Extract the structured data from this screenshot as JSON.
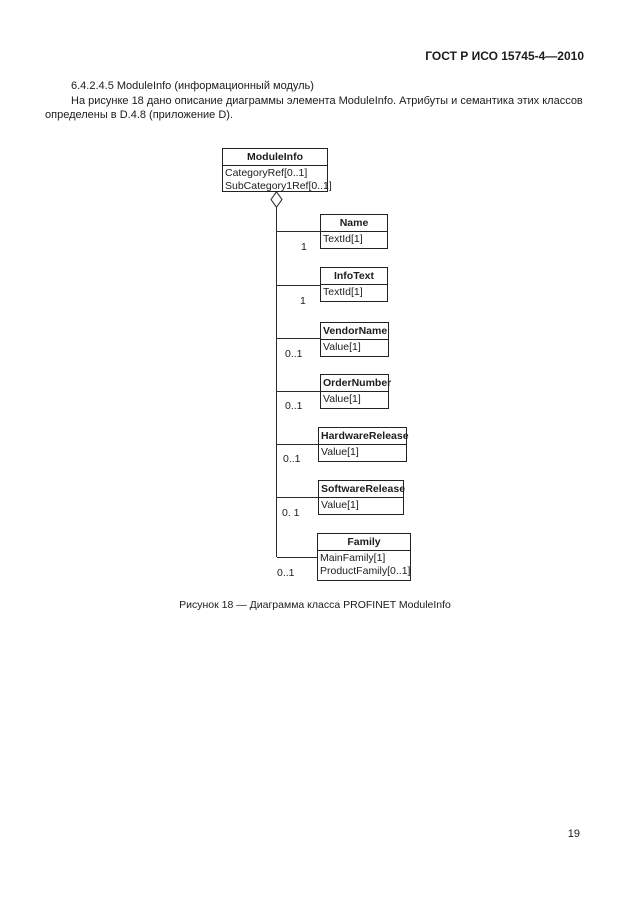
{
  "page": {
    "header": "ГОСТ Р ИСО 15745-4—2010",
    "page_number": "19"
  },
  "content": {
    "paragraph_1": "6.4.2.4.5 ModuleInfo (информационный модуль)",
    "paragraph_2": "На рисунке 18 дано описание диаграммы элемента ModuleInfo. Атрибуты и семантика этих классов определены в D.4.8 (приложение D).",
    "figure_caption": "Рисунок 18 — Диаграмма класса PROFINET ModuleInfo"
  },
  "diagram": {
    "type": "uml-class-diagram",
    "relation": "aggregation",
    "aggregation_marker": "hollow-diamond",
    "root": {
      "title": "ModuleInfo",
      "attributes": [
        "CategoryRef[0..1]",
        "SubCategory1Ref[0..1]"
      ]
    },
    "children": [
      {
        "title": "Name",
        "attributes": [
          "TextId[1]"
        ],
        "multiplicity": "1"
      },
      {
        "title": "InfoText",
        "attributes": [
          "TextId[1]"
        ],
        "multiplicity": "1"
      },
      {
        "title": "VendorName",
        "attributes": [
          "Value[1]"
        ],
        "multiplicity": "0..1"
      },
      {
        "title": "OrderNumber",
        "attributes": [
          "Value[1]"
        ],
        "multiplicity": "0..1"
      },
      {
        "title": "HardwareRelease",
        "attributes": [
          "Value[1]"
        ],
        "multiplicity": "0..1"
      },
      {
        "title": "SoftwareRelease",
        "attributes": [
          "Value[1]"
        ],
        "multiplicity": "0. 1"
      },
      {
        "title": "Family",
        "attributes": [
          "MainFamily[1]",
          "ProductFamily[0..1]"
        ],
        "multiplicity": "0..1"
      }
    ]
  }
}
